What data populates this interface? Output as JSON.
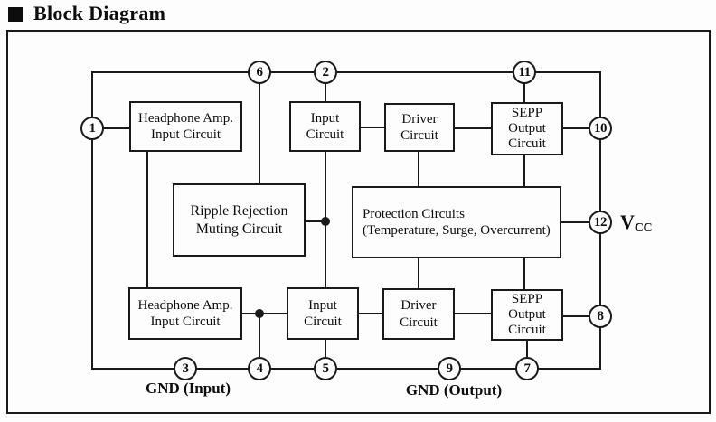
{
  "title": {
    "text": "Block Diagram"
  },
  "icons": {
    "section_marker": "black-square-bullet"
  },
  "blocks": {
    "headphone_top": "Headphone Amp.\nInput Circuit",
    "input_top": "Input\nCircuit",
    "driver_top": "Driver\nCircuit",
    "sepp_top": "SEPP\nOutput\nCircuit",
    "ripple": "Ripple Rejection\nMuting Circuit",
    "protection": "Protection Circuits\n(Temperature, Surge, Overcurrent)",
    "headphone_bottom": "Headphone Amp.\nInput Circuit",
    "input_bottom": "Input\nCircuit",
    "driver_bottom": "Driver\nCircuit",
    "sepp_bottom": "SEPP\nOutput\nCircuit"
  },
  "pins": {
    "p1": "1",
    "p2": "2",
    "p3": "3",
    "p4": "4",
    "p5": "5",
    "p6": "6",
    "p7": "7",
    "p8": "8",
    "p9": "9",
    "p10": "10",
    "p11": "11",
    "p12": "12"
  },
  "labels": {
    "gnd_input": "GND (Input)",
    "gnd_output": "GND (Output)",
    "vcc_main": "V",
    "vcc_sub": "CC"
  },
  "colors": {
    "line": "#1a1a1a",
    "text": "#0d0d0d",
    "background": "#fdfdfd"
  }
}
